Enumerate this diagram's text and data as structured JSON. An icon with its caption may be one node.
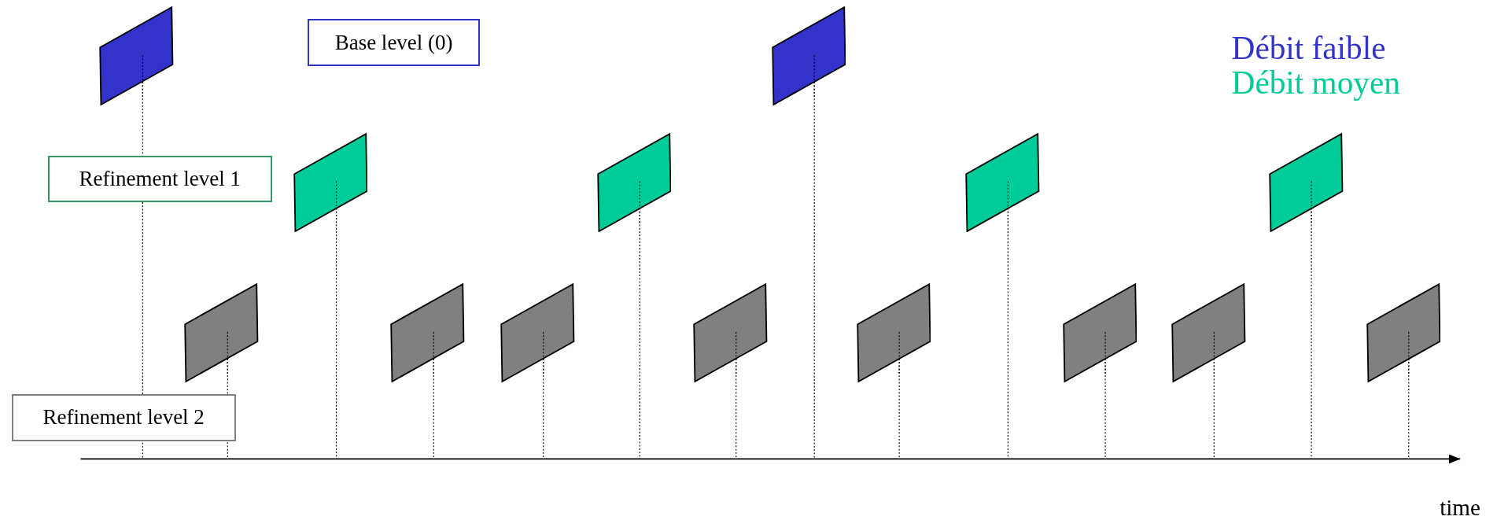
{
  "diagram": {
    "nodes": [
      {
        "text": [
          "Base level (0)"
        ]
      },
      {
        "text": [
          "Refinement level 1"
        ]
      },
      {
        "text": [
          "Refinement level 2"
        ]
      },
      {
        "text": [],
        "shape": "parallelogram"
      },
      {
        "text": [],
        "shape": "parallelogram"
      },
      {
        "text": [],
        "shape": "parallelogram"
      },
      {
        "text": [],
        "shape": "parallelogram"
      },
      {
        "text": [],
        "shape": "parallelogram"
      },
      {
        "text": [],
        "shape": "parallelogram"
      },
      {
        "text": [],
        "shape": "parallelogram"
      },
      {
        "text": [],
        "shape": "parallelogram"
      },
      {
        "text": [],
        "shape": "parallelogram"
      },
      {
        "text": [],
        "shape": "parallelogram"
      },
      {
        "text": [],
        "shape": "parallelogram"
      },
      {
        "text": [],
        "shape": "parallelogram"
      },
      {
        "text": [],
        "shape": "parallelogram"
      },
      {
        "text": [],
        "shape": "parallelogram"
      }
    ],
    "labels": [
      "Débit faible",
      "Débit moyen",
      "time"
    ]
  }
}
